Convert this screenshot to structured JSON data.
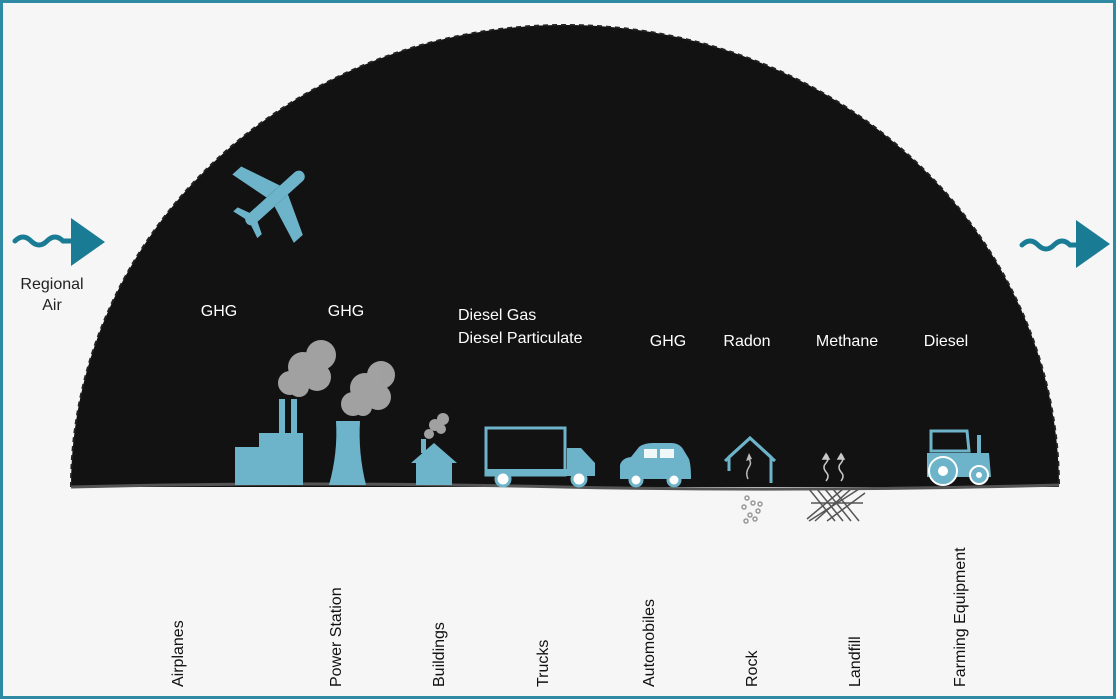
{
  "inflow": {
    "label_line1": "Regional",
    "label_line2": "Air"
  },
  "pollutants": {
    "power_plant_1": "GHG",
    "power_plant_2": "GHG",
    "trucks_line1": "Diesel Gas",
    "trucks_line2": "Diesel Particulate",
    "automobiles": "GHG",
    "rock": "Radon",
    "landfill": "Methane",
    "farming": "Diesel"
  },
  "sources": {
    "airplanes": "Airplanes",
    "power_station": "Power Station",
    "buildings": "Buildings",
    "trucks": "Trucks",
    "automobiles": "Automobiles",
    "rock": "Rock",
    "landfill": "Landfill",
    "farming_equipment": "Farming Equipment"
  },
  "colors": {
    "icon": "#6db4ca",
    "arrow": "#1a7b95",
    "border": "#2f8aa3",
    "dome_dark": "#151515",
    "dome_light": "#ffffff"
  }
}
